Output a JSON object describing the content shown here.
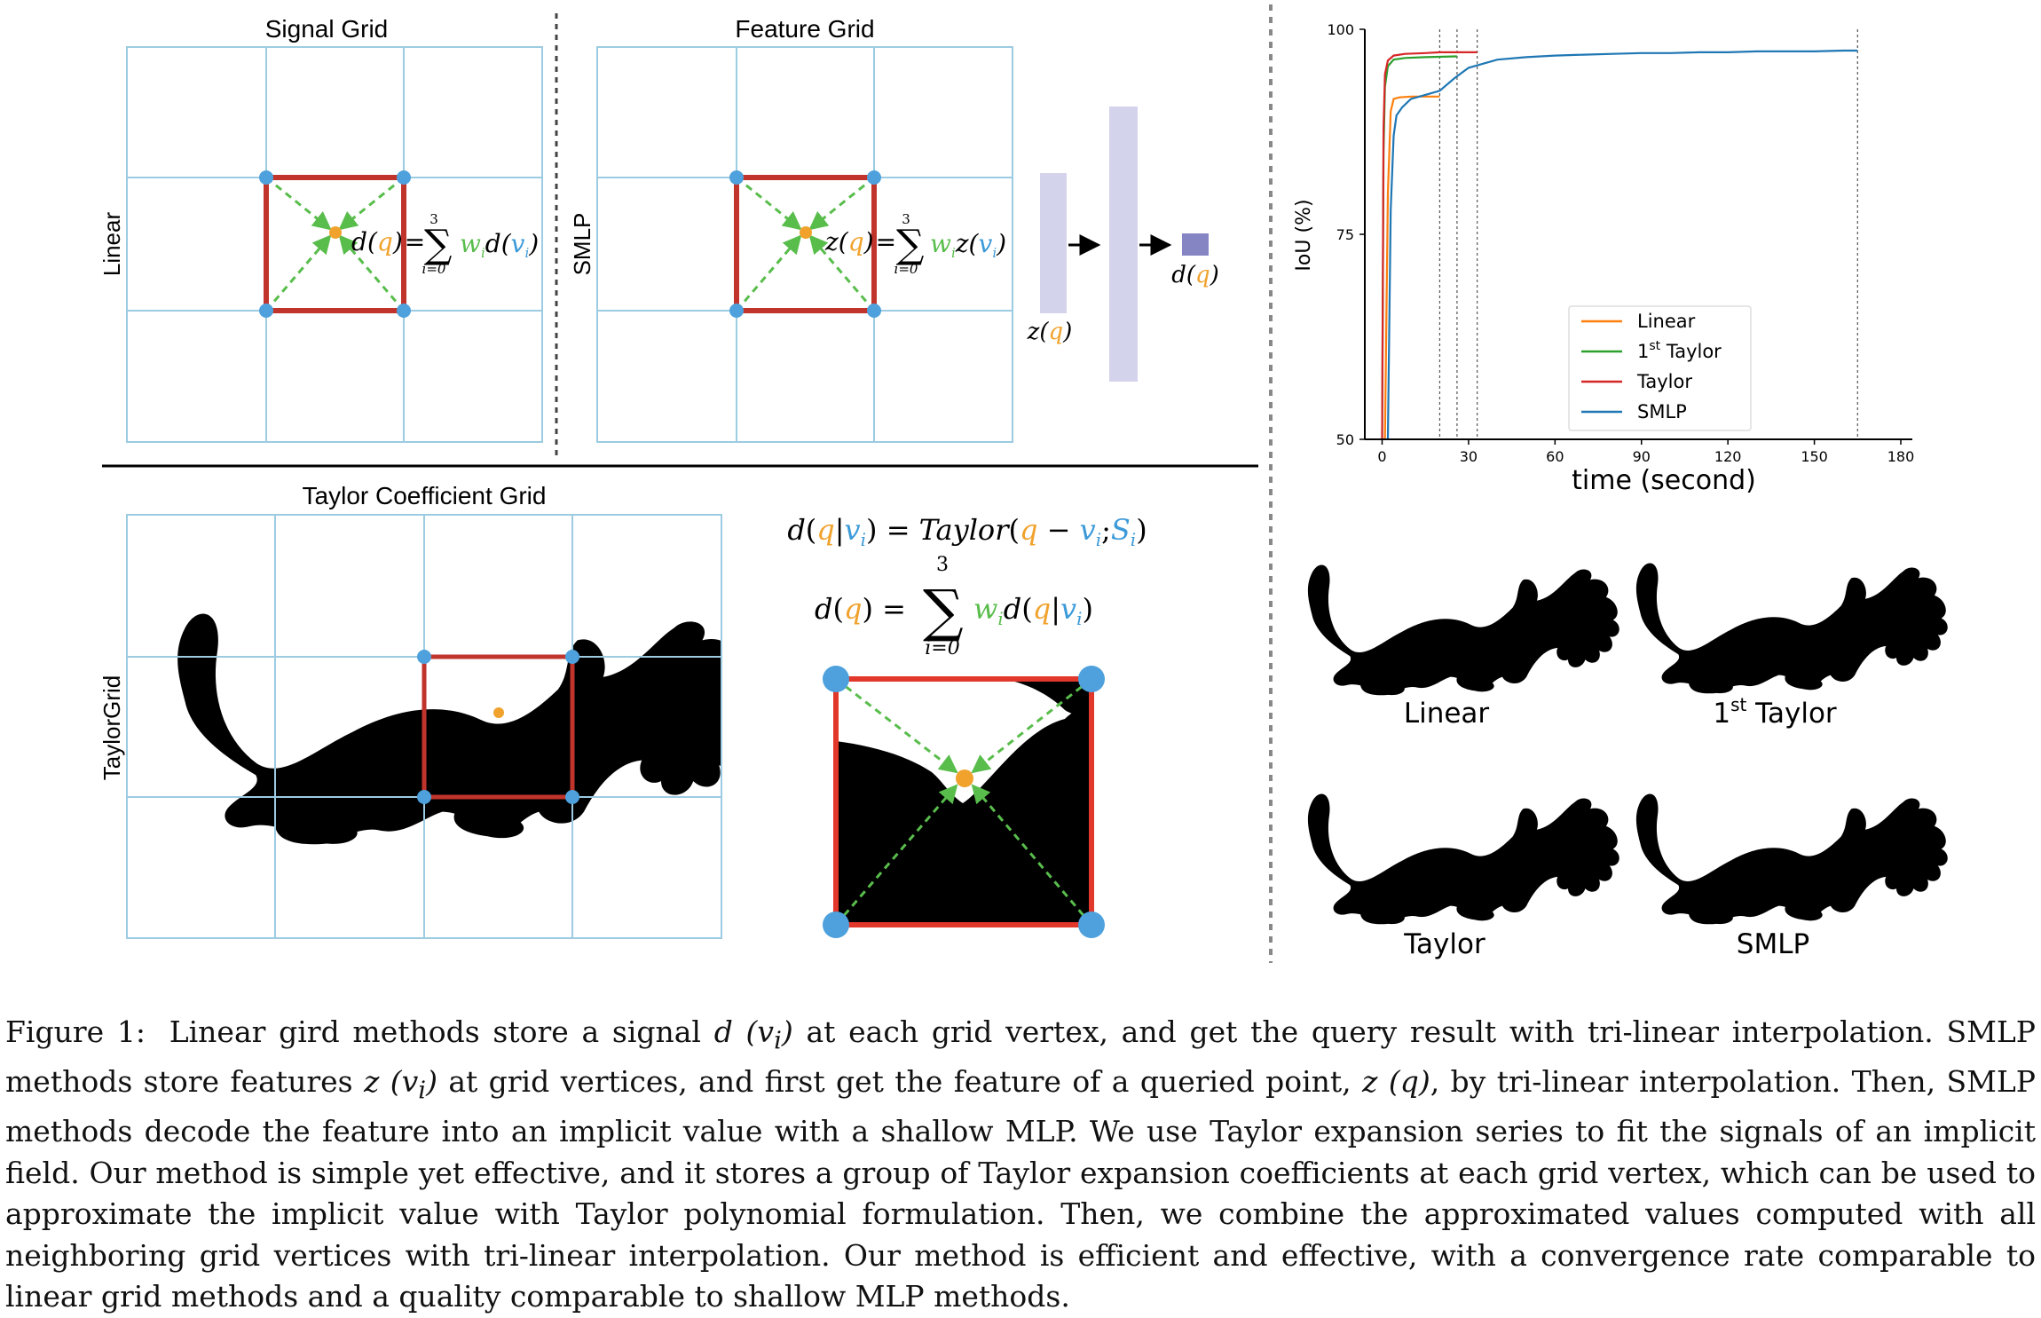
{
  "panels": {
    "signal_grid": {
      "title": "Signal Grid",
      "row_label": "Linear"
    },
    "feature_grid": {
      "title": "Feature Grid",
      "row_label": "SMLP"
    },
    "taylor_grid": {
      "title": "Taylor Coefficient Grid",
      "row_label": "TaylorGrid"
    }
  },
  "formulas": {
    "linear": {
      "lhs": "d",
      "q": "q",
      "eq": "=",
      "sum_top": "3",
      "sum_bottom": "i=0",
      "w": "w",
      "wi": "i",
      "d": "d",
      "v": "v",
      "vi": "i"
    },
    "smlp": {
      "lhs": "z",
      "q": "q",
      "eq": "=",
      "sum_top": "3",
      "sum_bottom": "i=0",
      "w": "w",
      "wi": "i",
      "z": "z",
      "v": "v",
      "vi": "i"
    },
    "mlp_input": "z(q)",
    "mlp_output": "d(q)",
    "taylor_line1": {
      "d": "d",
      "q": "q",
      "bar": "|",
      "v": "v",
      "i": "i",
      "eq": "=",
      "fn": "Taylor",
      "minus": "−",
      "semi": ";",
      "s": "S"
    },
    "taylor_line2": {
      "d": "d",
      "q": "q",
      "eq": "=",
      "sum_top": "3",
      "sum_bottom": "i=0",
      "w": "w",
      "i": "i",
      "bar": "|",
      "v": "v"
    }
  },
  "chart_data": {
    "type": "line",
    "title": "",
    "xlabel": "time (second)",
    "ylabel": "IoU (%)",
    "xlim": [
      -6,
      184
    ],
    "ylim": [
      50,
      100
    ],
    "xticks": [
      0,
      30,
      60,
      90,
      120,
      150,
      180
    ],
    "yticks": [
      50,
      75,
      100
    ],
    "grid": false,
    "legend_position": "center-right",
    "vlines": [
      20,
      26,
      33,
      165
    ],
    "series": [
      {
        "name": "Linear",
        "color": "#ff7f0e",
        "x": [
          1,
          2,
          3,
          4,
          6,
          10,
          20
        ],
        "y": [
          50,
          80,
          90,
          91.5,
          91.7,
          91.8,
          91.8
        ]
      },
      {
        "name": "1st Taylor",
        "color": "#2ca02c",
        "x": [
          0,
          0.5,
          1,
          2,
          4,
          8,
          15,
          26
        ],
        "y": [
          50,
          85,
          93,
          95.5,
          96.3,
          96.5,
          96.6,
          96.7
        ]
      },
      {
        "name": "Taylor",
        "color": "#d62728",
        "x": [
          0,
          0.5,
          1,
          2,
          4,
          8,
          15,
          20,
          33
        ],
        "y": [
          50,
          88,
          94.5,
          96.2,
          96.8,
          97,
          97.1,
          97.2,
          97.2
        ]
      },
      {
        "name": "SMLP",
        "color": "#1f77b4",
        "x": [
          2,
          3,
          4,
          5,
          7,
          10,
          15,
          20,
          25,
          30,
          40,
          50,
          60,
          70,
          80,
          90,
          100,
          110,
          120,
          130,
          140,
          150,
          160,
          165
        ],
        "y": [
          50,
          78,
          87,
          89.5,
          90.5,
          91.5,
          92,
          92.5,
          94,
          95.3,
          96.3,
          96.6,
          96.8,
          96.9,
          97,
          97.1,
          97.1,
          97.2,
          97.2,
          97.3,
          97.3,
          97.3,
          97.4,
          97.4
        ]
      }
    ]
  },
  "legend": [
    {
      "label": "Linear",
      "sup": "",
      "rest": ""
    },
    {
      "label": "1",
      "sup": "st",
      "rest": " Taylor"
    },
    {
      "label": "Taylor",
      "sup": "",
      "rest": ""
    },
    {
      "label": "SMLP",
      "sup": "",
      "rest": ""
    }
  ],
  "renders": [
    {
      "label": "Linear",
      "sup": "",
      "rest": ""
    },
    {
      "label": "1",
      "sup": "st",
      "rest": " Taylor"
    },
    {
      "label": "Taylor",
      "sup": "",
      "rest": ""
    },
    {
      "label": "SMLP",
      "sup": "",
      "rest": ""
    }
  ],
  "caption": {
    "label": "Figure 1:",
    "p1": "Linear gird methods store a signal",
    "m1": "d (v",
    "m1s": "i",
    "m1e": ")",
    "p2": "at each grid vertex, and get the query result with tri-linear interpolation. SMLP methods store features",
    "m2": "z (v",
    "m2s": "i",
    "m2e": ")",
    "p3": "at grid vertices, and first get the feature of a queried point,",
    "m3": "z (q)",
    "p4": ", by tri-linear interpolation. Then, SMLP methods decode the feature into an implicit value with a shallow MLP. We use Taylor expansion series to fit the signals of an implicit field. Our method is simple yet effective, and it stores a group of Taylor expansion coefficients at each grid vertex, which can be used to approximate the implicit value with Taylor polynomial formulation. Then, we combine the approximated values computed with all neighboring grid vertices with tri-linear interpolation. Our method is efficient and effective, with a convergence rate comparable to linear grid methods and a quality comparable to shallow MLP methods."
  }
}
